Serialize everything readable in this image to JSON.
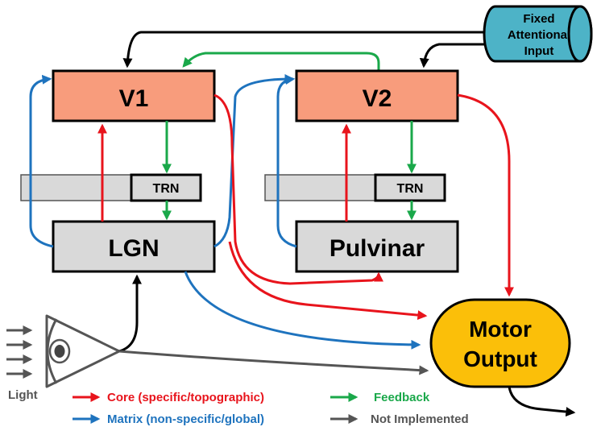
{
  "nodes": {
    "v1": "V1",
    "v2": "V2",
    "lgn": "LGN",
    "pulvinar": "Pulvinar",
    "trn_left": "TRN",
    "trn_right": "TRN",
    "fixed_attention": [
      "Fixed",
      "Attentional",
      "Input"
    ],
    "motor": [
      "Motor",
      "Output"
    ],
    "light": "Light"
  },
  "legend": {
    "core": "Core (specific/topographic)",
    "feedback": "Feedback",
    "matrix": "Matrix (non-specific/global)",
    "not_implemented": "Not Implemented"
  },
  "colors": {
    "core": "#e8141c",
    "feedback": "#1aa84a",
    "matrix": "#1e73be",
    "not_implemented": "#555555",
    "attention": "#000000",
    "cortex_fill": "#f89c7c",
    "thalamus_fill": "#d9d9d9",
    "motor_fill": "#fbbf09",
    "cylinder_fill": "#4db3c7"
  }
}
